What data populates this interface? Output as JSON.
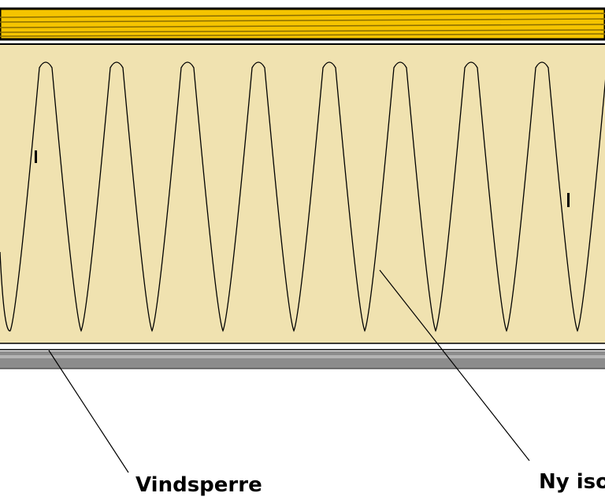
{
  "labels": {
    "wind_barrier": "Vindsperre",
    "new_insulation": "Ny iso"
  },
  "colors": {
    "top_board": "#f5c400",
    "top_board_stripes": "#8a6d00",
    "insulation": "#f0e2b0",
    "wind_barrier_strip": "#ffffff",
    "bottom_board": "#8c8c8c",
    "outline": "#000000",
    "background": "#ffffff"
  },
  "icons": {
    "insulation_pattern": "zigzag-wave-insulation"
  }
}
